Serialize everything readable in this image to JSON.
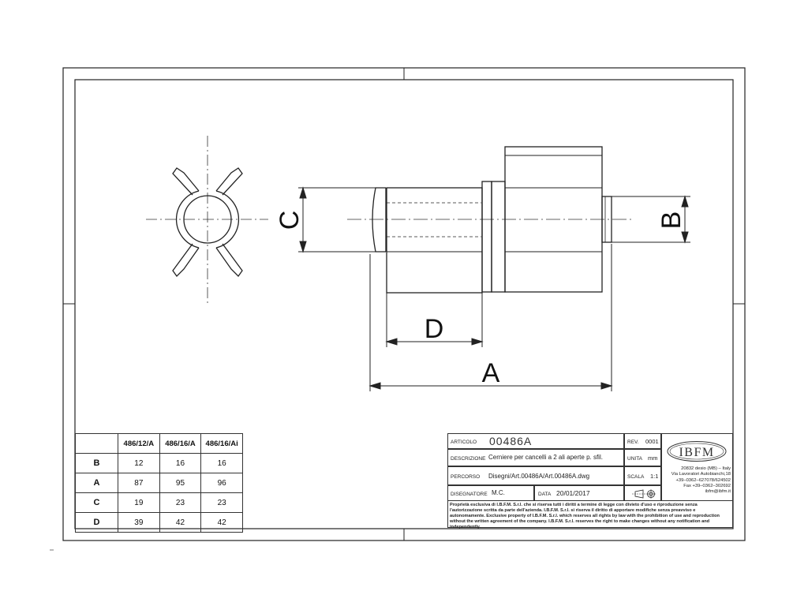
{
  "dimension_labels": {
    "a": "A",
    "b": "B",
    "c": "C",
    "d": "D"
  },
  "table": {
    "columns": [
      "486/12/A",
      "486/16/A",
      "486/16/Ai"
    ],
    "rows": [
      {
        "label": "B",
        "values": [
          "12",
          "16",
          "16"
        ]
      },
      {
        "label": "A",
        "values": [
          "87",
          "95",
          "96"
        ]
      },
      {
        "label": "C",
        "values": [
          "19",
          "23",
          "23"
        ]
      },
      {
        "label": "D",
        "values": [
          "39",
          "42",
          "42"
        ]
      }
    ]
  },
  "title_block": {
    "article_label": "ARTICOLO",
    "article_value": "00486A",
    "rev_label": "REV.",
    "rev_value": "0001",
    "description_label": "DESCRIZIONE",
    "description_value": "Cerniere per cancelli a 2 ali aperte p. sfil.",
    "unit_label": "UNITA",
    "unit_value": "mm",
    "path_label": "PERCORSO",
    "path_value": "Disegni/Art.00486A/Art.00486A.dwg",
    "scale_label": "SCALA",
    "scale_value": "1:1",
    "designer_label": "DISEGNATORE",
    "designer_value": "M.C.",
    "date_label": "DATA",
    "date_value": "20/01/2017",
    "logo": "IBFM",
    "address": [
      "20832 desio (MB) – Italy",
      "Via Lavoratori Autobianchi,18",
      "+39–0362–627078/624502",
      "Fax +39–0362–302692",
      "ibfm@ibfm.it"
    ],
    "notice": "Proprietà esclusiva di I.B.F.M. S.r.l. che si riserva tutti i diritti a termine di legge con divieto d'uso e riproduzione senza l'autorizzazione scritta da parte dell'azienda. I.B.F.M. S.r.l. si riserva il diritto di apportare modifiche senza preavviso e autonomamente. Exclusive property of I.B.F.M. S.r.l. which reserves all rights by law with the prohibition of use and reproduction without the written agreement of the company. I.B.F.M. S.r.l. reserves the right to make changes without any notification and independently."
  }
}
